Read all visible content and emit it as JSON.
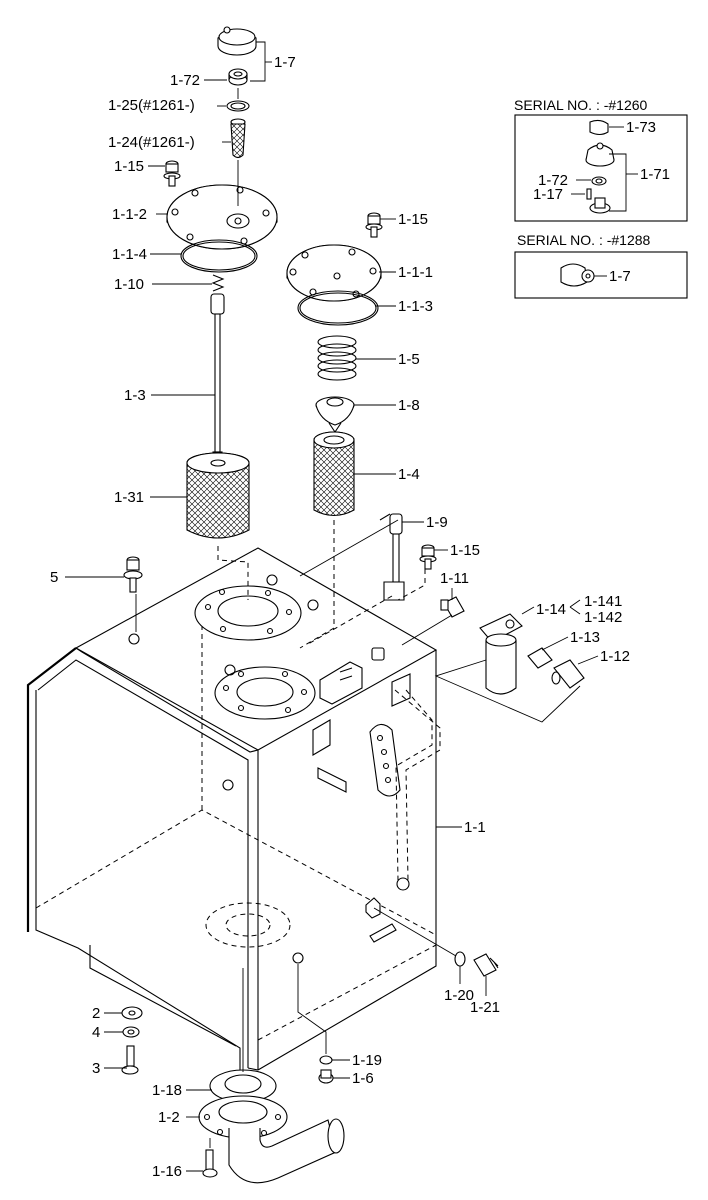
{
  "labels": {
    "l_1_7_top": "1-7",
    "l_1_72_top": "1-72",
    "l_1_25": "1-25(#1261-)",
    "l_1_24": "1-24(#1261-)",
    "l_1_15_a": "1-15",
    "l_1_1_2": "1-1-2",
    "l_1_1_4": "1-1-4",
    "l_1_10": "1-10",
    "l_1_15_b": "1-15",
    "l_1_1_1": "1-1-1",
    "l_1_1_3": "1-1-3",
    "l_1_5": "1-5",
    "l_1_3": "1-3",
    "l_1_8": "1-8",
    "l_1_4": "1-4",
    "l_1_31": "1-31",
    "l_1_9": "1-9",
    "l_1_15_c": "1-15",
    "l_5": "5",
    "l_1_11": "1-11",
    "l_1_14": "1-14",
    "l_1_141": "1-141",
    "l_1_142": "1-142",
    "l_1_13": "1-13",
    "l_1_12": "1-12",
    "l_1_1": "1-1",
    "l_1_20": "1-20",
    "l_1_21": "1-21",
    "l_2": "2",
    "l_4": "4",
    "l_3": "3",
    "l_1_19": "1-19",
    "l_1_6": "1-6",
    "l_1_18": "1-18",
    "l_1_2": "1-2",
    "l_1_16": "1-16",
    "l_1_73": "1-73",
    "l_1_71": "1-71",
    "l_1_72_box": "1-72",
    "l_1_17": "1-17",
    "l_1_7_box": "1-7"
  },
  "serial_boxes": {
    "box1_title": "SERIAL NO. : -#1260",
    "box2_title": "SERIAL NO. : -#1288"
  }
}
